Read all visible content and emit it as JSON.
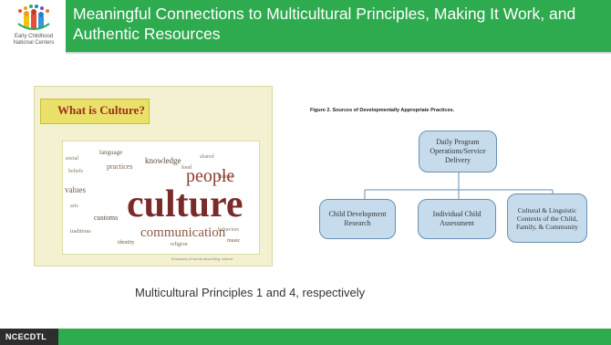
{
  "header": {
    "logo_text": "Early Childhood\nNational Centers",
    "title": "Meaningful Connections to Multicultural Principles,  Making It Work, and Authentic Resources"
  },
  "left_image": {
    "heading": "What is Culture?",
    "words_large": [
      "culture",
      "people",
      "communication"
    ],
    "words_small": [
      "social",
      "language",
      "knowledge",
      "beliefs",
      "practices",
      "shared",
      "history",
      "values",
      "arts",
      "customs",
      "traditions",
      "behaviors",
      "identity",
      "food",
      "music",
      "religion"
    ],
    "caption": "Examples of words describing 'culture'"
  },
  "diagram": {
    "figure_title": "Figure 2. Sources of Developmentally Appropriate Practices.",
    "top_node": "Daily Program Operations/Service Delivery",
    "child_nodes": [
      "Child Development Research",
      "Individual Child Assessment",
      "Cultural & Linguistic Contexts of the Child, Family, & Community"
    ]
  },
  "subtitle": "Multicultural Principles 1 and 4, respectively",
  "footer": {
    "logo_text": "NCECDTL"
  },
  "colors": {
    "accent_green": "#2eaa4f",
    "footer_dark": "#2d2d2d",
    "diagram_box": "#c6dced",
    "culture_red": "#a12d1f"
  }
}
